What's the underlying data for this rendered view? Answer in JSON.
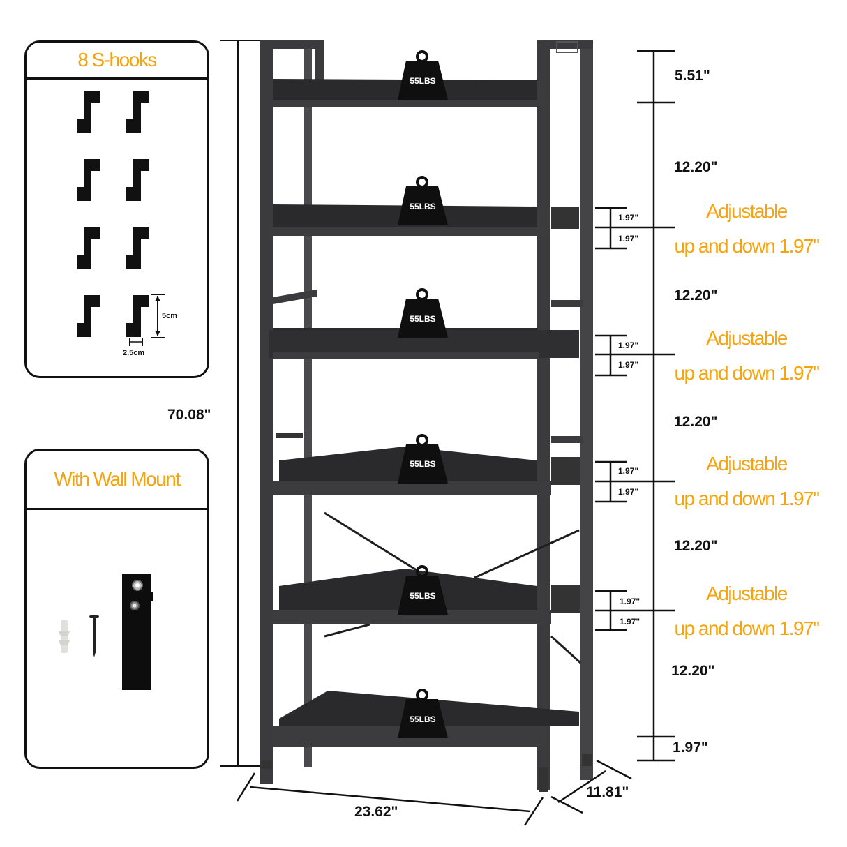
{
  "panels": {
    "hooks": {
      "title": "8 S-hooks",
      "count": 8,
      "height_label": "5cm",
      "width_label": "2.5cm"
    },
    "wall_mount": {
      "title": "With Wall Mount",
      "items": [
        "wall-anchor",
        "screw",
        "strap"
      ]
    }
  },
  "shelf": {
    "weight_capacity_label": "55LBS",
    "shelves": 6,
    "total_height": "70.08\"",
    "width": "23.62\"",
    "depth": "11.81\"",
    "top_gap": "5.51\"",
    "shelf_gaps": [
      "12.20\"",
      "12.20\"",
      "12.20\"",
      "12.20\"",
      "12.20\""
    ],
    "bottom_clearance": "1.97\"",
    "adjust_step": "1.97\"",
    "adjust_text_line1": "Adjustable",
    "adjust_text_line2": "up and down 1.97\""
  },
  "colors": {
    "accent": "#f5a30f",
    "frame": "#3a3a3c",
    "shelf": "#2a2a2a"
  }
}
